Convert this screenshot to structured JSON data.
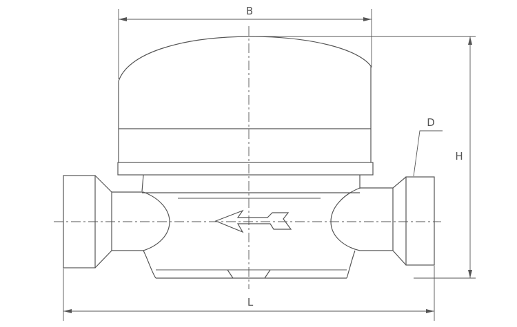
{
  "diagram": {
    "dimensions": {
      "width_top": "B",
      "total_height": "H",
      "connection": "D",
      "total_length": "L"
    },
    "colors": {
      "line": "#555555",
      "background": "#ffffff"
    }
  }
}
